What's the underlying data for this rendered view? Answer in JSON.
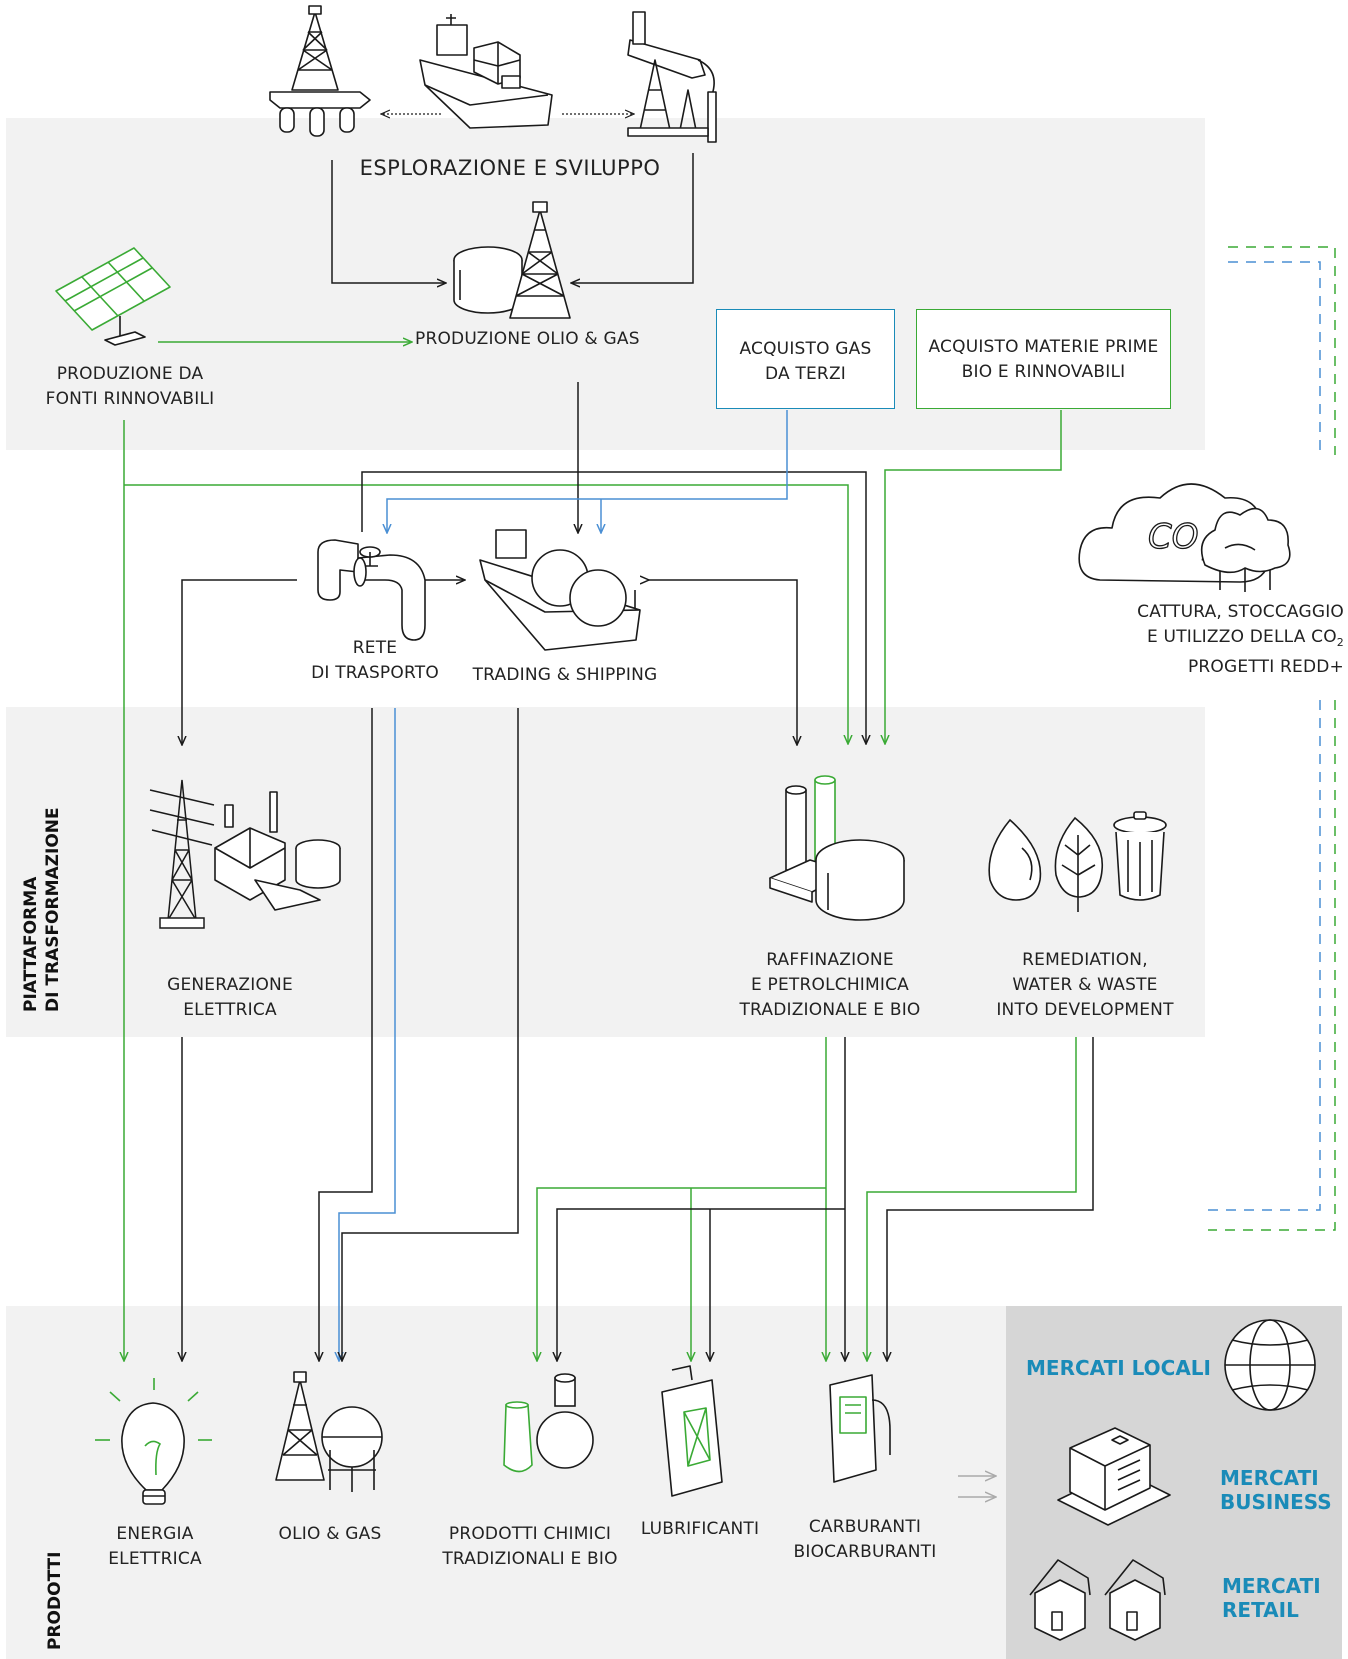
{
  "sections": {
    "transformation": [
      "PIATTAFORMA",
      "DI TRASFORMAZIONE"
    ],
    "products": "PRODOTTI"
  },
  "nodes": {
    "exploration": "ESPLORAZIONE E SVILUPPO",
    "production_oil_gas": "PRODUZIONE OLIO & GAS",
    "renewables": [
      "PRODUZIONE DA",
      "FONTI RINNOVABILI"
    ],
    "gas_purchase": [
      "ACQUISTO GAS",
      "DA TERZI"
    ],
    "bio_purchase": [
      "ACQUISTO MATERIE PRIME",
      "BIO E RINNOVABILI"
    ],
    "transport": [
      "RETE",
      "DI TRASPORTO"
    ],
    "trading": "TRADING & SHIPPING",
    "ccus": [
      "CATTURA, STOCCAGGIO",
      "E UTILIZZO DELLA CO",
      "PROGETTI REDD+"
    ],
    "ccus_subscript": "2",
    "co2_symbol": "CO",
    "co2_subscript": "2",
    "power_gen": [
      "GENERAZIONE",
      "ELETTRICA"
    ],
    "refining": [
      "RAFFINAZIONE",
      "E PETROLCHIMICA",
      "TRADIZIONALE E BIO"
    ],
    "remediation": [
      "REMEDIATION,",
      "WATER & WASTE",
      "INTO DEVELOPMENT"
    ]
  },
  "products": {
    "electricity": [
      "ENERGIA",
      "ELETTRICA"
    ],
    "oil_gas": "OLIO & GAS",
    "chemicals": [
      "PRODOTTI CHIMICI",
      "TRADIZIONALI E BIO"
    ],
    "lubricants": "LUBRIFICANTI",
    "fuels": [
      "CARBURANTI",
      "BIOCARBURANTI"
    ]
  },
  "markets": {
    "local": "MERCATI LOCALI",
    "business": [
      "MERCATI",
      "BUSINESS"
    ],
    "retail": [
      "MERCATI",
      "RETAIL"
    ]
  },
  "colors": {
    "panel": "#f2f2f2",
    "market_panel": "#d6d6d6",
    "green": "#3aaa35",
    "blue": "#4a8fd4",
    "black": "#1a1a1a",
    "market_text": "#1a8bb8",
    "gas_box_border": "#1a8bb8",
    "bio_box_border": "#3aaa35"
  }
}
